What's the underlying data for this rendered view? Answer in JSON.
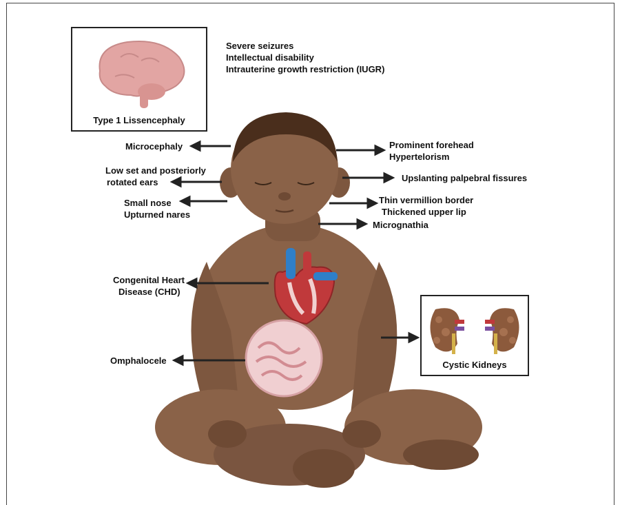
{
  "brain_box": {
    "caption": "Type 1 Lissencephaly"
  },
  "brain_notes": [
    "Severe seizures",
    "Intellectual disability",
    "Intrauterine growth restriction (IUGR)"
  ],
  "left_labels": {
    "microcephaly": "Microcephaly",
    "ears_1": "Low set and posteriorly",
    "ears_2": "rotated ears",
    "nose_1": "Small nose",
    "nose_2": "Upturned nares",
    "chd_1": "Congenital Heart",
    "chd_2": "Disease (CHD)",
    "omphalocele": "Omphalocele"
  },
  "right_labels": {
    "forehead_1": "Prominent forehead",
    "forehead_2": "Hypertelorism",
    "palpebral": "Upslanting palpebral fissures",
    "lip_1": "Thin vermillion border",
    "lip_2": "Thickened upper lip",
    "micrognathia": "Micrognathia"
  },
  "kidney_box": {
    "caption": "Cystic Kidneys"
  },
  "colors": {
    "skin": "#8a6248",
    "skin_dark": "#6e4a34",
    "hair": "#4a2e1c",
    "heart": "#c0393b",
    "vessel_blue": "#2f7fc8",
    "brain": "#e2a5a3",
    "kidney": "#8c5a3c"
  }
}
